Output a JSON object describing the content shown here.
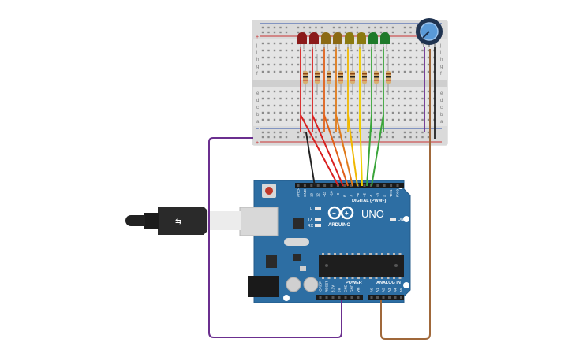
{
  "arduino": {
    "brand": "ARDUINO",
    "model": "UNO",
    "digital_label": "DIGITAL (PWM~)",
    "power_label": "POWER",
    "analog_label": "ANALOG IN",
    "led_l": "L",
    "led_tx": "TX",
    "led_rx": "RX",
    "led_on": "ON",
    "digital_pins": [
      "AREF",
      "GND",
      "13",
      "12",
      "~11",
      "~10",
      "~9",
      "8",
      "7",
      "~6",
      "~5",
      "4",
      "~3",
      "2",
      "TX 1",
      "RX 0"
    ],
    "power_pins": [
      "IOREF",
      "RESET",
      "3.3V",
      "5V",
      "GND",
      "GND",
      "Vin"
    ],
    "analog_pins": [
      "A0",
      "A1",
      "A2",
      "A3",
      "A4",
      "A5"
    ]
  },
  "breadboard": {
    "rows_left_top": [
      "j",
      "i",
      "h",
      "g",
      "f"
    ],
    "rows_left_bottom": [
      "e",
      "d",
      "c",
      "b",
      "a"
    ],
    "rows_right_top": [
      "j",
      "i",
      "h",
      "g",
      "f"
    ],
    "rows_right_bottom": [
      "e",
      "d",
      "c",
      "b",
      "a"
    ],
    "rail_plus": "+",
    "rail_minus": "−"
  },
  "leds": {
    "colors": [
      "#8b1a1a",
      "#8b1a1a",
      "#8b6914",
      "#8b6914",
      "#8b7a10",
      "#8b7a10",
      "#1e7a2a",
      "#1e7a2a"
    ]
  },
  "wires": {
    "colors": [
      "#d92020",
      "#d92020",
      "#e0601a",
      "#e07a1a",
      "#f0b800",
      "#f0d000",
      "#3aa53a",
      "#3aa53a"
    ],
    "ground_color": "#222222",
    "power_color": "#6b2f8f",
    "signal_color": "#a0683a"
  }
}
